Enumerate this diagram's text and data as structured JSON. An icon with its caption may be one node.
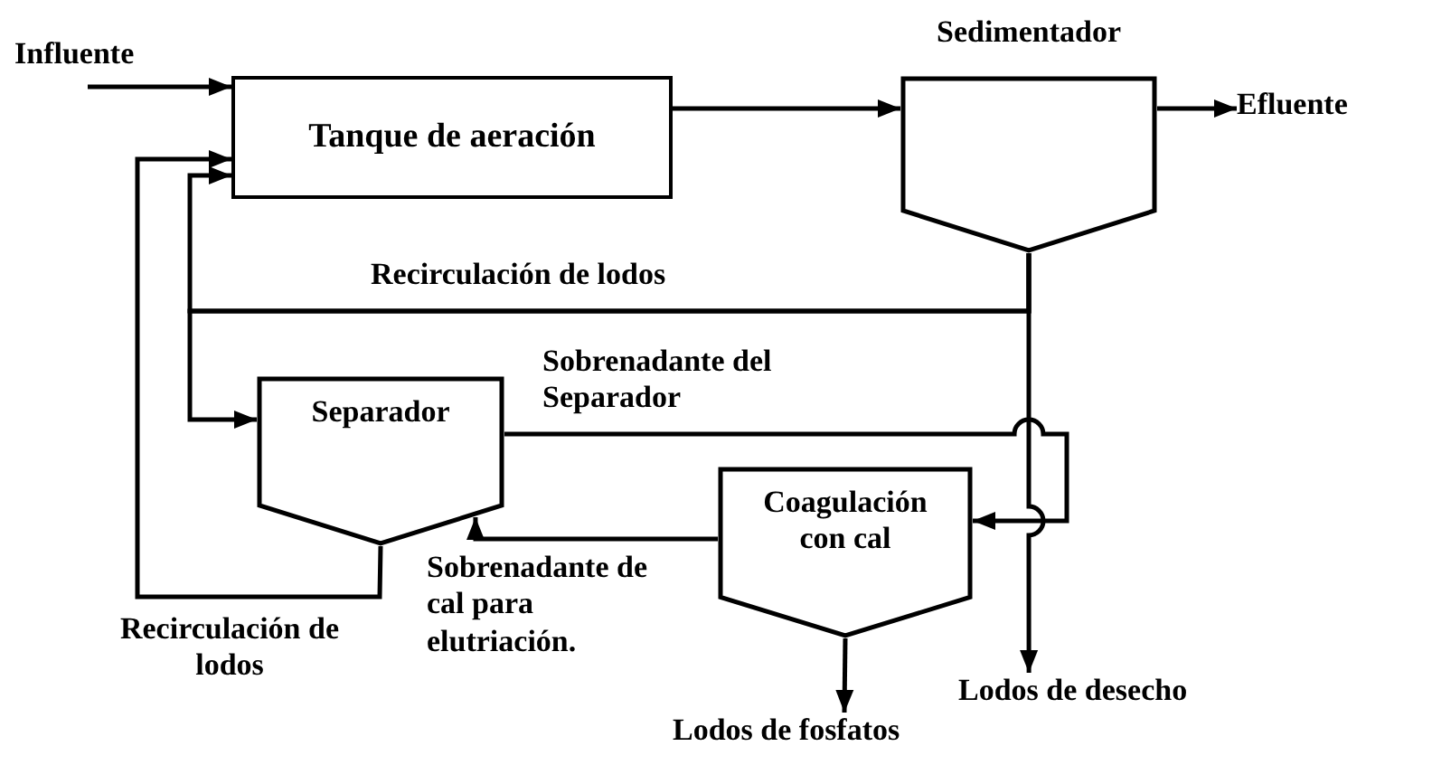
{
  "diagram": {
    "nodes": [
      {
        "text": [
          "Influente"
        ]
      },
      {
        "text": [
          "Tanque de aeración"
        ]
      },
      {
        "text": [
          "Sedimentador"
        ]
      },
      {
        "text": [
          "Efluente"
        ]
      },
      {
        "text": [
          "Separador"
        ]
      },
      {
        "text": [
          "Coagulación con cal"
        ]
      },
      {
        "text": [
          "Lodos de desecho"
        ]
      },
      {
        "text": [
          "Lodos de fosfatos"
        ]
      }
    ],
    "edges": [
      {
        "from": 0,
        "to": 1,
        "arrow": "to"
      },
      {
        "from": 1,
        "to": 2,
        "arrow": "to"
      },
      {
        "from": 2,
        "to": 3,
        "arrow": "to"
      },
      {
        "from": 2,
        "to": 1,
        "arrow": "to",
        "label": "Recirculación de lodos"
      },
      {
        "from": 2,
        "to": 4,
        "arrow": "to"
      },
      {
        "from": 4,
        "to": 1,
        "arrow": "to",
        "label": "Recirculación de lodos"
      },
      {
        "from": 4,
        "to": 5,
        "arrow": "to",
        "label": "Sobrenadante del Separador"
      },
      {
        "from": 2,
        "to": 6,
        "arrow": "to"
      },
      {
        "from": 5,
        "to": 4,
        "arrow": "to",
        "label": "Sobrenadante de cal para elutriación."
      },
      {
        "from": 5,
        "to": 7,
        "arrow": "to"
      }
    ]
  }
}
